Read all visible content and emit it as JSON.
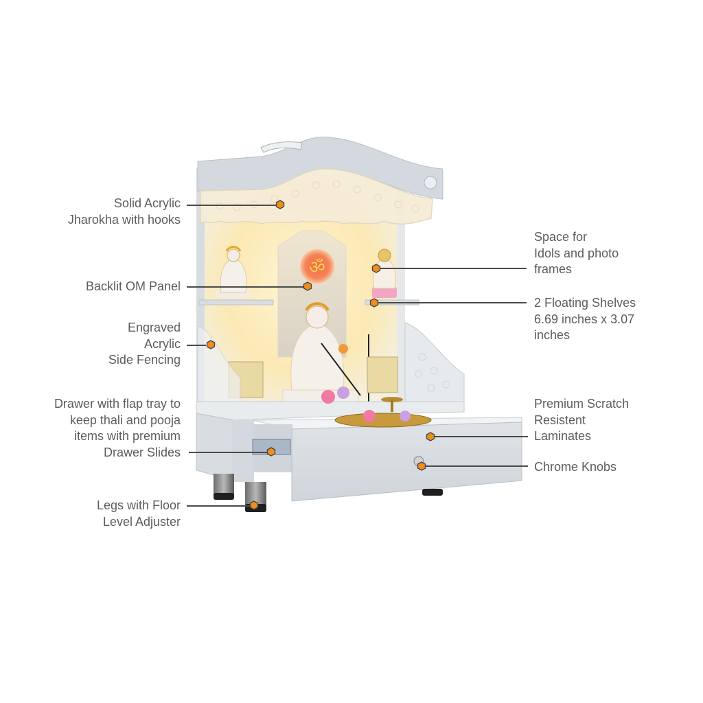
{
  "image": {
    "subject": "White wooden pooja mandir with backlit OM panel, floating shelves, acrylic jharokha, side fencing and pull-out drawer",
    "background_color": "#ffffff",
    "marker_color": "#f28c1a",
    "marker_outline": "#3d4450",
    "leader_color": "#4a4a4a",
    "text_color": "#5c5c5c",
    "om_symbol": "ॐ"
  },
  "callouts_left": [
    {
      "id": "jharokha",
      "lines": [
        "Solid Acrylic",
        "Jharokha with hooks"
      ]
    },
    {
      "id": "om-panel",
      "lines": [
        "Backlit OM Panel"
      ]
    },
    {
      "id": "side-fencing",
      "lines": [
        "Engraved",
        "Acrylic",
        "Side Fencing"
      ]
    },
    {
      "id": "drawer-slides",
      "lines": [
        "Drawer with flap tray to",
        "keep thali and pooja",
        "items with premium",
        "Drawer Slides"
      ]
    },
    {
      "id": "legs",
      "lines": [
        "Legs with Floor",
        "Level Adjuster"
      ]
    }
  ],
  "callouts_right": [
    {
      "id": "idol-space",
      "lines": [
        "Space for",
        "Idols and photo",
        "frames"
      ]
    },
    {
      "id": "shelves",
      "lines": [
        "2 Floating Shelves",
        "6.69 inches x 3.07",
        "inches"
      ]
    },
    {
      "id": "laminates",
      "lines": [
        "Premium Scratch",
        "Resistent",
        "Laminates"
      ]
    },
    {
      "id": "knobs",
      "lines": [
        "Chrome Knobs"
      ]
    }
  ]
}
